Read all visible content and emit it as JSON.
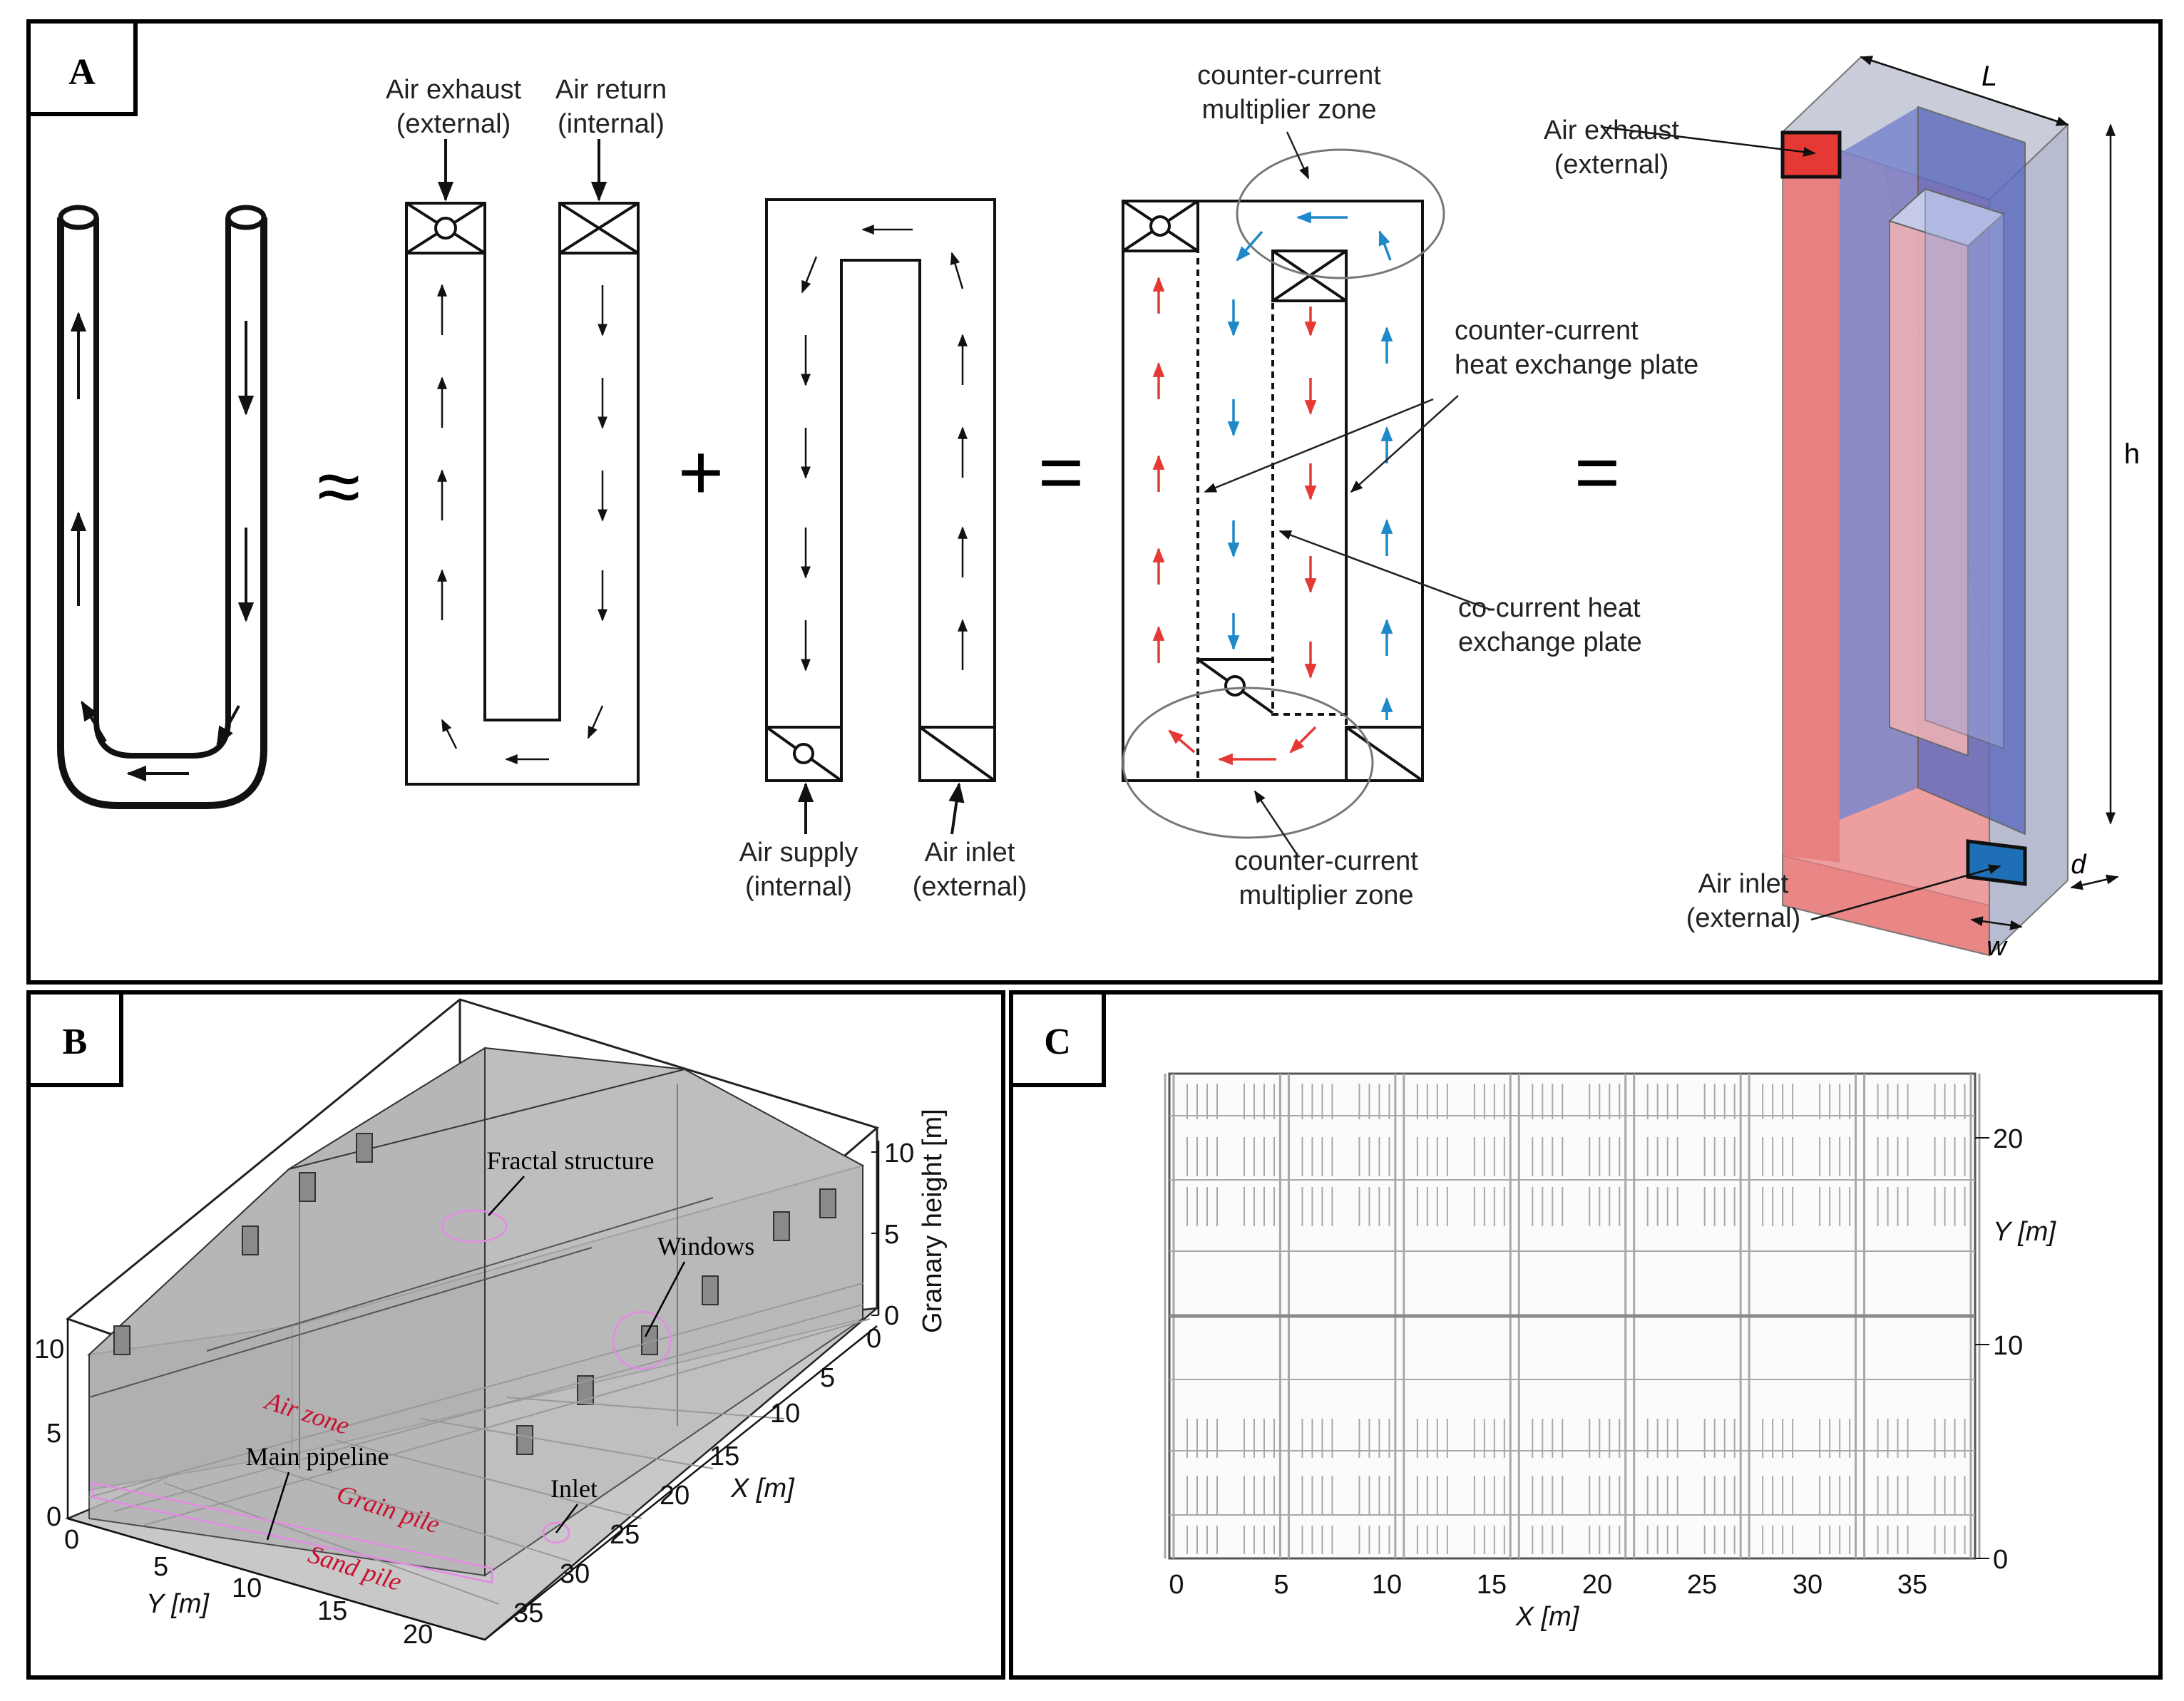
{
  "panels": {
    "a": {
      "letter": "A",
      "symbols": {
        "approx": "≈",
        "plus": "+",
        "equals1": "=",
        "equals2": "="
      },
      "fig2": {
        "exhaust_l1": "Air exhaust",
        "exhaust_l2": "(external)",
        "return_l1": "Air return",
        "return_l2": "(internal)"
      },
      "fig3": {
        "supply_l1": "Air supply",
        "supply_l2": "(internal)",
        "inlet_l1": "Air inlet",
        "inlet_l2": "(external)"
      },
      "fig4": {
        "zone_top_l1": "counter-current",
        "zone_top_l2": "multiplier zone",
        "plate_l1": "counter-current",
        "plate_l2": "heat exchange plate",
        "cocurrent_l1": "co-current heat",
        "cocurrent_l2": "exchange plate",
        "zone_bot_l1": "counter-current",
        "zone_bot_l2": "multiplier zone"
      },
      "fig5": {
        "exhaust_l1": "Air exhaust",
        "exhaust_l2": "(external)",
        "inlet_l1": "Air inlet",
        "inlet_l2": "(external)",
        "dim_L": "L",
        "dim_h": "h",
        "dim_d": "d",
        "dim_w": "w"
      },
      "colors": {
        "warm": "#e53935",
        "cool": "#1e88c8",
        "warm_fill": "#e57373",
        "cool_fill": "#5c6bc0"
      }
    },
    "b": {
      "letter": "B",
      "z_axis_label": "Granary height [m]",
      "z_ticks": [
        "10",
        "5",
        "0"
      ],
      "left_ticks": [
        "10",
        "5",
        "0"
      ],
      "y_axis_label": "Y [m]",
      "y_ticks": [
        "0",
        "5",
        "10",
        "15",
        "20"
      ],
      "x_axis_label": "X [m]",
      "x_ticks": [
        "0",
        "5",
        "10",
        "15",
        "20",
        "25",
        "30",
        "35"
      ],
      "annotations": {
        "fractal": "Fractal structure",
        "windows": "Windows",
        "air_zone": "Air zone",
        "main_pipeline": "Main pipeline",
        "grain_pile": "Grain pile",
        "inlet": "Inlet",
        "sand_pile": "Sand pile"
      }
    },
    "c": {
      "letter": "C",
      "x_axis_label": "X [m]",
      "x_ticks": [
        "0",
        "5",
        "10",
        "15",
        "20",
        "25",
        "30",
        "35"
      ],
      "y_axis_label": "Y [m]",
      "y_ticks": [
        "0",
        "10",
        "20"
      ]
    }
  }
}
